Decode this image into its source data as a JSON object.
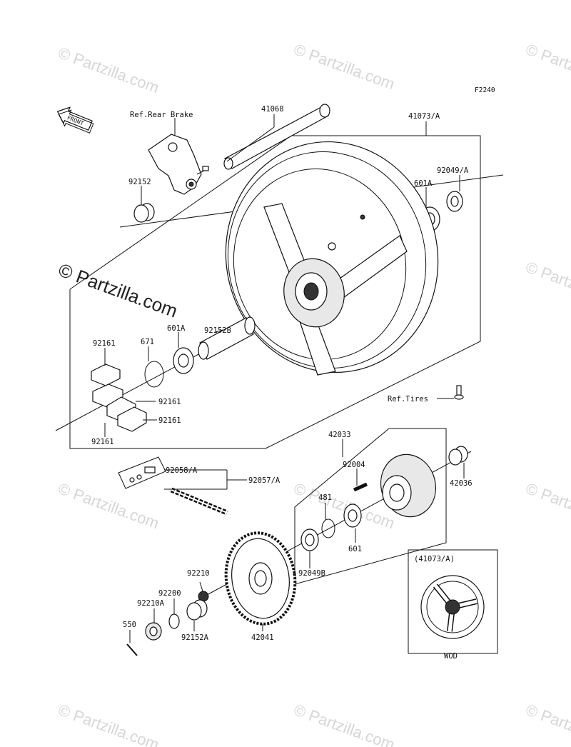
{
  "figure_code": "F2240",
  "front_label": "FRONT",
  "watermark": {
    "text": "© Partzilla.com"
  },
  "references": {
    "rear_brake": "Ref.Rear Brake",
    "tires": "Ref.Tires"
  },
  "inset": {
    "title": "(41073/A)",
    "caption": "WOD"
  },
  "parts": {
    "p41068": "41068",
    "p41073A": "41073/A",
    "p92152_top": "92152",
    "p92049A": "92049/A",
    "p601A_top": "601A",
    "p92152B": "92152B",
    "p601A_mid": "601A",
    "p671": "671",
    "p92161_a": "92161",
    "p92161_b": "92161",
    "p92161_c": "92161",
    "p92161_d": "92161",
    "p42033": "42033",
    "p92058A": "92058/A",
    "p92057A": "92057/A",
    "p92004": "92004",
    "p42036": "42036",
    "p481": "481",
    "p601": "601",
    "p92049B": "92049B",
    "p92210": "92210",
    "p92200": "92200",
    "p92210A": "92210A",
    "p550": "550",
    "p92152A": "92152A",
    "p42041": "42041"
  }
}
